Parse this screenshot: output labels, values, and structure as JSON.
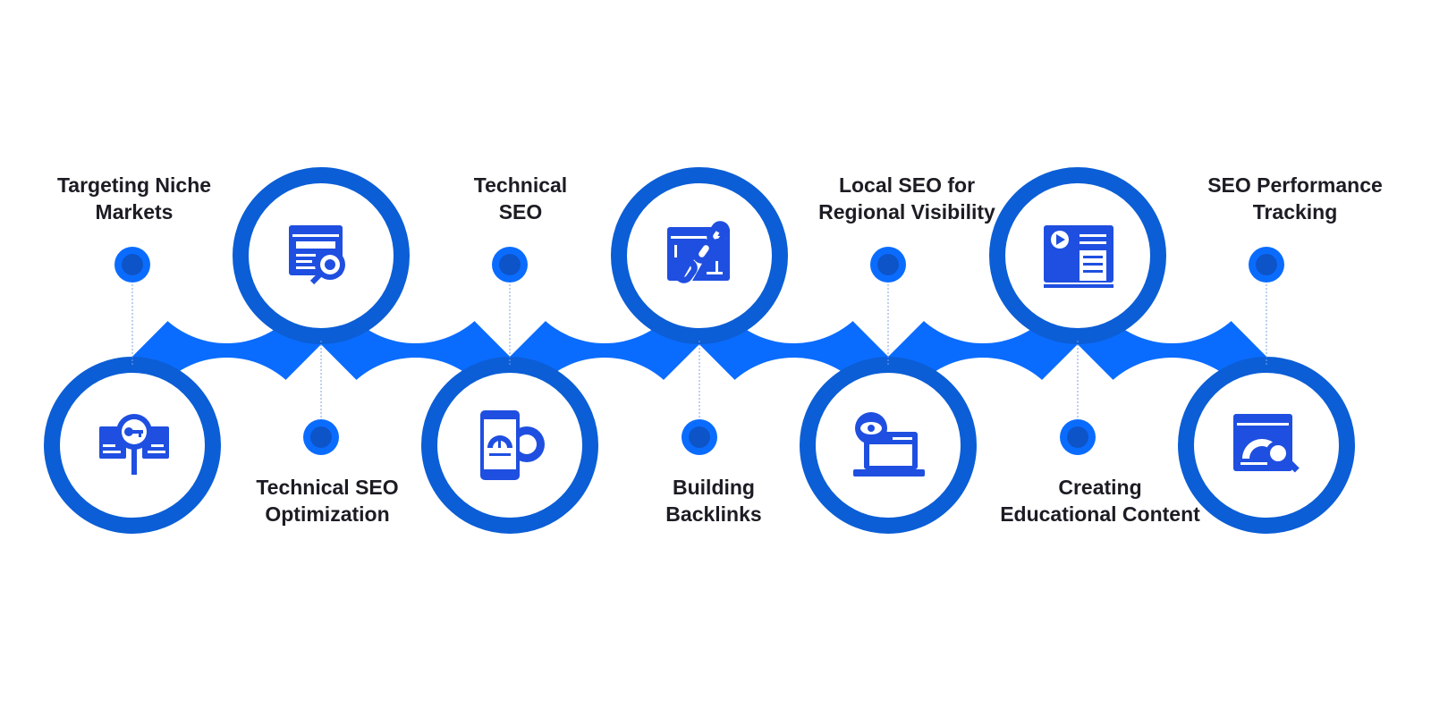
{
  "colors": {
    "accent": "#0a6cff",
    "ring": "#0b5ed6",
    "dark_blue": "#0d54c8",
    "icon": "#1f4fe0",
    "line": "#7ea3e0",
    "text": "#1c1c24"
  },
  "steps": [
    {
      "label": [
        "Targeting Niche",
        "Markets"
      ],
      "icon": "key-search-icon"
    },
    {
      "label": [
        "Technical SEO",
        "Optimization"
      ],
      "icon": "browser-gear-icon"
    },
    {
      "label": [
        "Technical",
        "SEO"
      ],
      "icon": "mobile-speed-gear-icon"
    },
    {
      "label": [
        "Building",
        "Backlinks"
      ],
      "icon": "chain-link-icon"
    },
    {
      "label": [
        "Local SEO for",
        "Regional Visibility"
      ],
      "icon": "laptop-eye-icon"
    },
    {
      "label": [
        "Creating",
        "Educational Content"
      ],
      "icon": "video-tutorial-icon"
    },
    {
      "label": [
        "SEO Performance",
        "Tracking"
      ],
      "icon": "speed-analytics-icon"
    }
  ]
}
